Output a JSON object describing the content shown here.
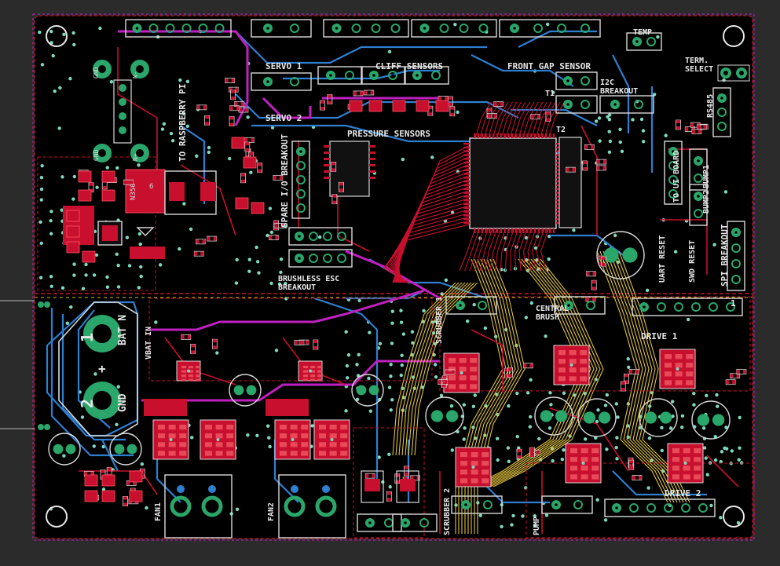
{
  "colors": {
    "background": "#2b2b2b",
    "board": "#000000",
    "edge_cuts": "#d4c20a",
    "front_copper": "#c8102e",
    "back_copper": "#2f7fd0",
    "inner_copper": "#c020c0",
    "signal_yellow": "#e0c23a",
    "pad_green": "#2aa66a",
    "via": "#7fd9c0",
    "silkscreen": "#e8e8e8"
  },
  "labels": {
    "servo1": "SERVO 1",
    "servo2": "SERVO 2",
    "cliff_sensors": "CLIFF SENSORS",
    "front_gap_sensor": "FRONT GAP SENSOR",
    "temp": "TEMP",
    "term_select": "TERM.\nSELECT",
    "i2c_breakout": "I2C\nBREAKOUT",
    "t1": "T1",
    "t2": "T2",
    "pressure_sensors": "PRESSURE SENSORS",
    "to_raspberry_pi": "TO RASPBERRY PI",
    "spare_io_breakout": "SPARE I/O BREAKOUT",
    "to_ui_board": "TO UI BOARD",
    "bump1": "BUMP1",
    "bump2": "BUMP2",
    "rs485": "RS485",
    "spi_breakout": "SPI BREAKOUT",
    "uart_reset": "UART RESET",
    "swd_reset": "SWD RESET",
    "brushless_esc_breakout": "BRUSHLESS ESC\nBREAKOUT",
    "vbat_in": "VBAT IN",
    "bat_n": "BAT N",
    "gnd": "GND",
    "scrubber1": "SCRUBBER 1",
    "scrubber2": "SCRUBBER 2",
    "central_brush": "CENTRAL\nBRUSH",
    "drive1": "DRIVE 1",
    "drive2": "DRIVE 2",
    "pump": "PUMP",
    "fan1": "FAN1",
    "fan2": "FAN2",
    "gnd1": "GND",
    "gnd2": "GND",
    "n_minus": "N-",
    "n_plus": "N+",
    "pin1": "1",
    "pin2": "2",
    "plus": "+",
    "ic_code": "N350",
    "ic_digit": "6",
    "conn_13_pin": "1"
  }
}
